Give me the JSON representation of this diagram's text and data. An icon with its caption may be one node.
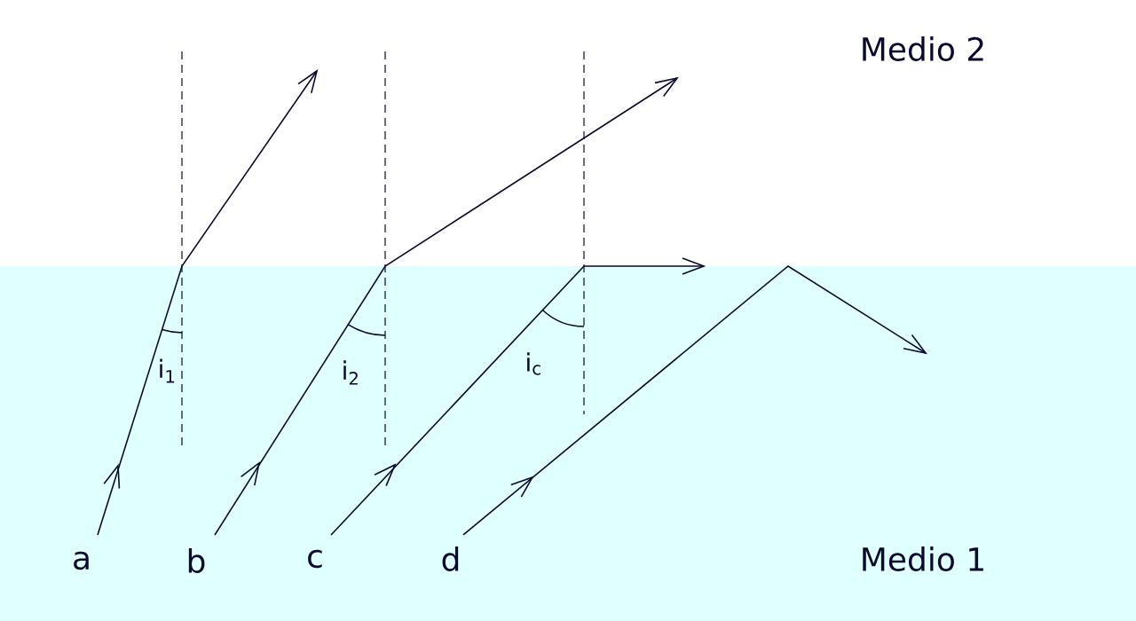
{
  "diagram": {
    "labels": [
      "Medio 2",
      "i$_{1}$",
      "i$_{2}$",
      "i$_{c}$",
      "a",
      "b",
      "c",
      "d",
      "Medio 1"
    ]
  }
}
